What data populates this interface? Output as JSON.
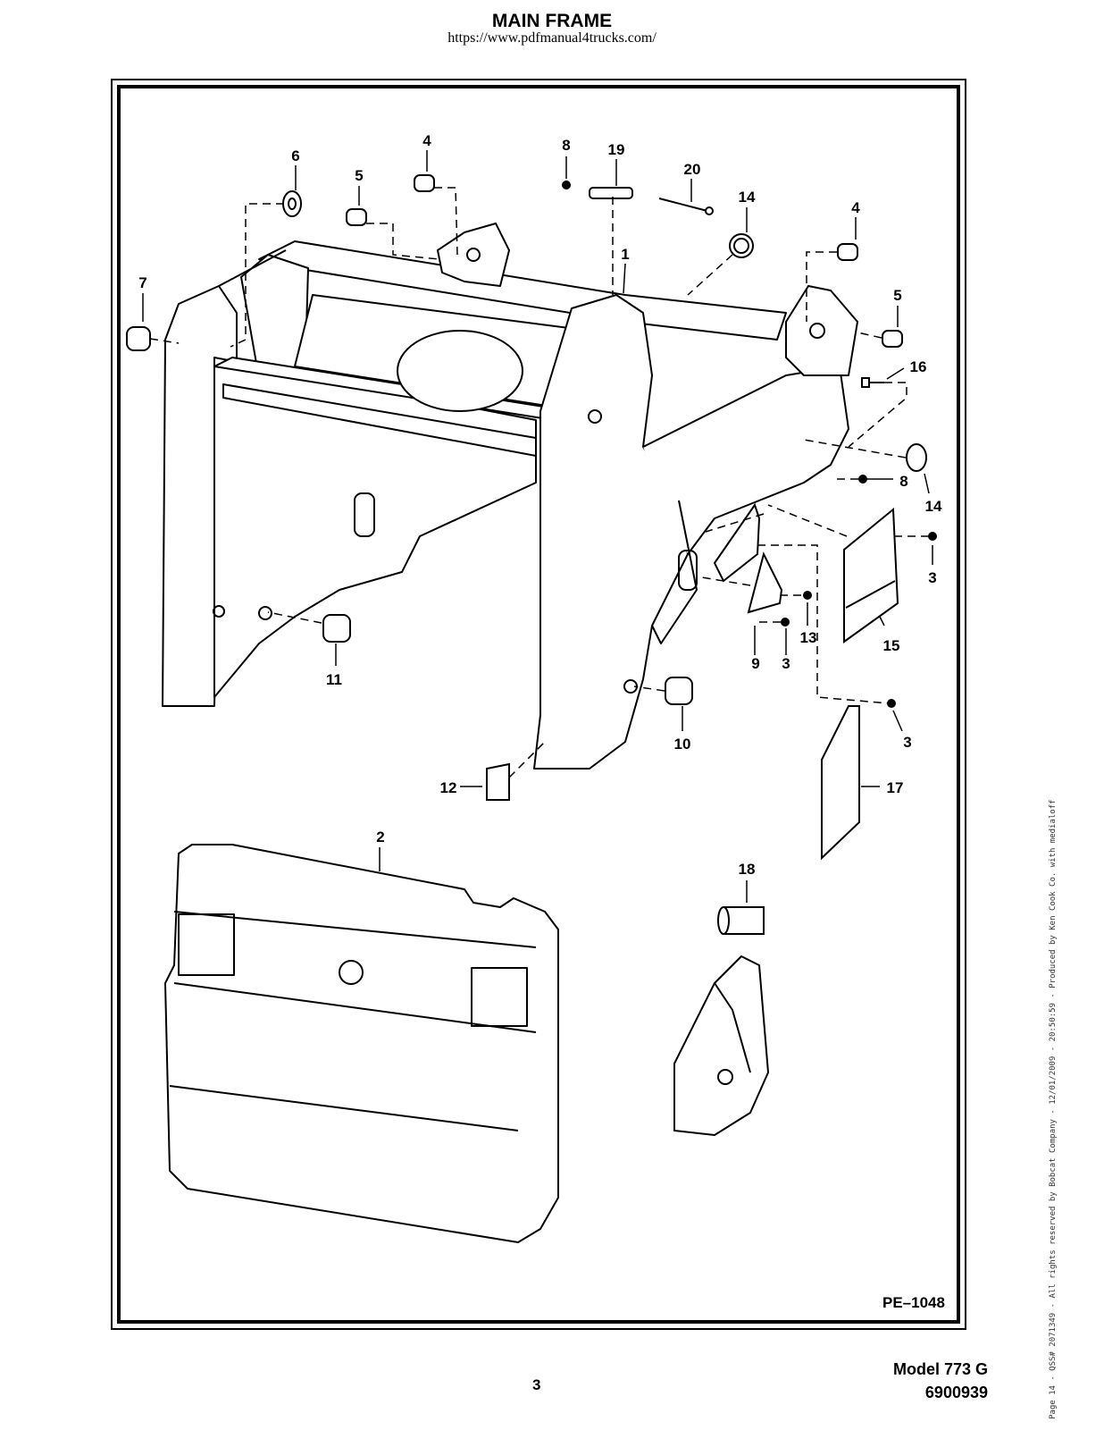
{
  "header": {
    "title": "MAIN FRAME",
    "url": "https://www.pdfmanual4trucks.com/"
  },
  "diagram": {
    "callouts": [
      {
        "id": "c6",
        "label": "6"
      },
      {
        "id": "c4a",
        "label": "4"
      },
      {
        "id": "c5a",
        "label": "5"
      },
      {
        "id": "c8a",
        "label": "8"
      },
      {
        "id": "c19",
        "label": "19"
      },
      {
        "id": "c20",
        "label": "20"
      },
      {
        "id": "c14a",
        "label": "14"
      },
      {
        "id": "c4b",
        "label": "4"
      },
      {
        "id": "c1",
        "label": "1"
      },
      {
        "id": "c7",
        "label": "7"
      },
      {
        "id": "c5b",
        "label": "5"
      },
      {
        "id": "c16",
        "label": "16"
      },
      {
        "id": "c8b",
        "label": "8"
      },
      {
        "id": "c14b",
        "label": "14"
      },
      {
        "id": "c3a",
        "label": "3"
      },
      {
        "id": "c13",
        "label": "13"
      },
      {
        "id": "c9",
        "label": "9"
      },
      {
        "id": "c3b",
        "label": "3"
      },
      {
        "id": "c15",
        "label": "15"
      },
      {
        "id": "c11",
        "label": "11"
      },
      {
        "id": "c10",
        "label": "10"
      },
      {
        "id": "c3c",
        "label": "3"
      },
      {
        "id": "c12",
        "label": "12"
      },
      {
        "id": "c17",
        "label": "17"
      },
      {
        "id": "c2",
        "label": "2"
      },
      {
        "id": "c18",
        "label": "18"
      }
    ],
    "figure_id": "PE–1048"
  },
  "footer": {
    "page_number": "3",
    "model": "Model 773 G",
    "part_number": "6900939",
    "side_note": "Page 14 - QSS# 2071349 - All rights reserved by Bobcat Company - 12/01/2009 - 20:50:59 - Produced by Ken Cook Co. with medialoff"
  }
}
